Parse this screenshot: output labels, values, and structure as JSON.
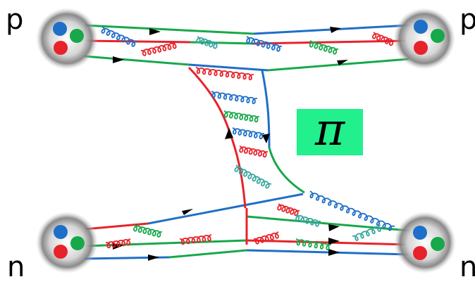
{
  "labels": {
    "proton_in": "p",
    "proton_out": "p",
    "neutron_in": "n",
    "neutron_out": "n"
  },
  "exchange": {
    "symbol": "π",
    "box_color": "#22f08c"
  },
  "colors": {
    "red": "#e8222a",
    "green": "#17a84a",
    "blue": "#1e6fc8",
    "gluon_teal": "#3aa6a0",
    "halo": "#8c8c8c"
  }
}
